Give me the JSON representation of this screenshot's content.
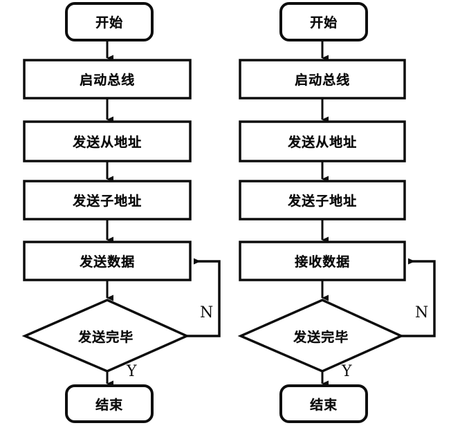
{
  "figure": {
    "type": "flowchart",
    "orientation": "two-column",
    "background_color": "#ffffff",
    "stroke_color": "#0d0d0d",
    "text_color": "#0d0d0d"
  },
  "flowcharts": [
    {
      "id": "left",
      "name": "send-data-flowchart",
      "nodes": [
        {
          "id": "l-start",
          "shape": "rounded-rectangle",
          "label": "开始"
        },
        {
          "id": "l-step1",
          "shape": "rectangle",
          "label": "启动总线"
        },
        {
          "id": "l-step2",
          "shape": "rectangle",
          "label": "发送从地址"
        },
        {
          "id": "l-step3",
          "shape": "rectangle",
          "label": "发送子地址"
        },
        {
          "id": "l-step4",
          "shape": "rectangle",
          "label": "发送数据"
        },
        {
          "id": "l-decide",
          "shape": "diamond",
          "label": "发送完毕"
        },
        {
          "id": "l-end",
          "shape": "rounded-rectangle",
          "label": "结束"
        }
      ],
      "edges": [
        {
          "from": "l-start",
          "to": "l-step1",
          "label": ""
        },
        {
          "from": "l-step1",
          "to": "l-step2",
          "label": ""
        },
        {
          "from": "l-step2",
          "to": "l-step3",
          "label": ""
        },
        {
          "from": "l-step3",
          "to": "l-step4",
          "label": ""
        },
        {
          "from": "l-step4",
          "to": "l-decide",
          "label": ""
        },
        {
          "from": "l-decide",
          "to": "l-step4",
          "label": "N"
        },
        {
          "from": "l-decide",
          "to": "l-end",
          "label": "Y"
        }
      ],
      "branch_labels": {
        "no": "N",
        "yes": "Y"
      }
    },
    {
      "id": "right",
      "name": "receive-data-flowchart",
      "nodes": [
        {
          "id": "r-start",
          "shape": "rounded-rectangle",
          "label": "开始"
        },
        {
          "id": "r-step1",
          "shape": "rectangle",
          "label": "启动总线"
        },
        {
          "id": "r-step2",
          "shape": "rectangle",
          "label": "发送从地址"
        },
        {
          "id": "r-step3",
          "shape": "rectangle",
          "label": "发送子地址"
        },
        {
          "id": "r-step4",
          "shape": "rectangle",
          "label": "接收数据"
        },
        {
          "id": "r-decide",
          "shape": "diamond",
          "label": "发送完毕"
        },
        {
          "id": "r-end",
          "shape": "rounded-rectangle",
          "label": "结束"
        }
      ],
      "edges": [
        {
          "from": "r-start",
          "to": "r-step1",
          "label": ""
        },
        {
          "from": "r-step1",
          "to": "r-step2",
          "label": ""
        },
        {
          "from": "r-step2",
          "to": "r-step3",
          "label": ""
        },
        {
          "from": "r-step3",
          "to": "r-step4",
          "label": ""
        },
        {
          "from": "r-step4",
          "to": "r-decide",
          "label": ""
        },
        {
          "from": "r-decide",
          "to": "r-step4",
          "label": "N"
        },
        {
          "from": "r-decide",
          "to": "r-end",
          "label": "Y"
        }
      ],
      "branch_labels": {
        "no": "N",
        "yes": "Y"
      }
    }
  ]
}
